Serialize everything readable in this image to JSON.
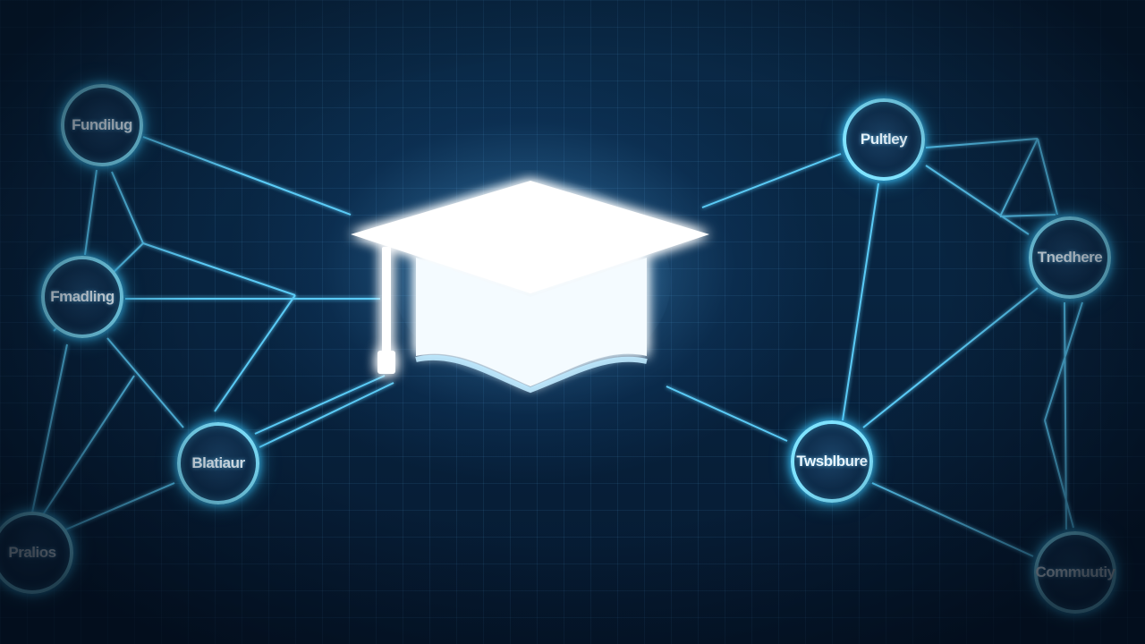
{
  "diagram": {
    "center_icon": "graduation-cap-icon",
    "colors": {
      "background": "#082440",
      "line": "#5fd3ff",
      "node_ring": "#7fe3ff",
      "icon": "#ffffff"
    },
    "nodes": [
      {
        "id": "n1",
        "label": "Fundilug"
      },
      {
        "id": "n2",
        "label": "Fmadling"
      },
      {
        "id": "n3",
        "label": "Blatiaur"
      },
      {
        "id": "n4",
        "label": "Pralios"
      },
      {
        "id": "n5",
        "label": "Pultley"
      },
      {
        "id": "n6",
        "label": "Tnedhere"
      },
      {
        "id": "n7",
        "label": "Twsblbure"
      },
      {
        "id": "n8",
        "label": "Commuutiy"
      }
    ]
  }
}
